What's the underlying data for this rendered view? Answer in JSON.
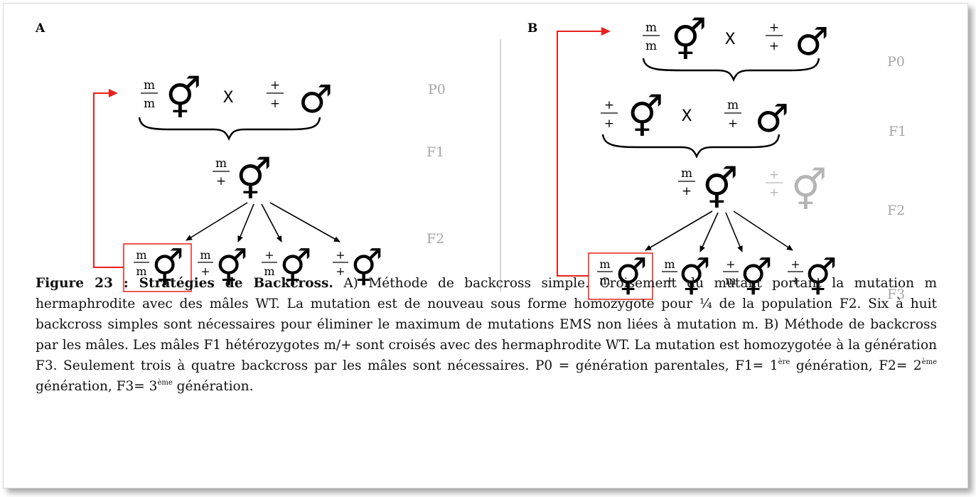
{
  "panelA": {
    "label": "A",
    "gens": [
      "P0",
      "F1",
      "F2"
    ],
    "cross_x": "X",
    "frac": {
      "mm_num": "m",
      "mm_den": "m",
      "plus_num": "+",
      "plus_den": "+",
      "mp_num": "m",
      "mp_den": "+",
      "pm_num": "+",
      "pm_den": "m"
    }
  },
  "panelB": {
    "label": "B",
    "gens": [
      "P0",
      "F1",
      "F2",
      "F3"
    ],
    "cross_x": "X"
  },
  "glyph": "⚥",
  "male_glyph": "♂",
  "colors": {
    "red": "#e8201c",
    "grey": "#b4b4b4",
    "gen": "#a6a6a6",
    "black": "#000000"
  },
  "caption": {
    "lead": "Figure 23 : Stratégies de Backcross.",
    "body": " A) Méthode de backcross simple. Croisement du mutant portant la mutation m hermaphrodite avec des mâles WT. La mutation est de nouveau sous forme homozygote pour ¼ de la population F2. Six à huit backcross simples sont nécessaires pour éliminer le maximum de mutations EMS non liées à mutation m. B) Méthode de backcross par les mâles. Les mâles F1 hétérozygotes m/+ sont croisés avec des hermaphrodite WT. La mutation est homozygotée à la génération F3. Seulement trois à quatre backcross par les mâles sont nécessaires. P0 = génération parentales, F1= 1",
    "sup1": "ère",
    "mid1": " génération, F2= 2",
    "sup2": "ème",
    "mid2": " génération, F3= 3",
    "sup3": "ème",
    "tail": " génération."
  }
}
